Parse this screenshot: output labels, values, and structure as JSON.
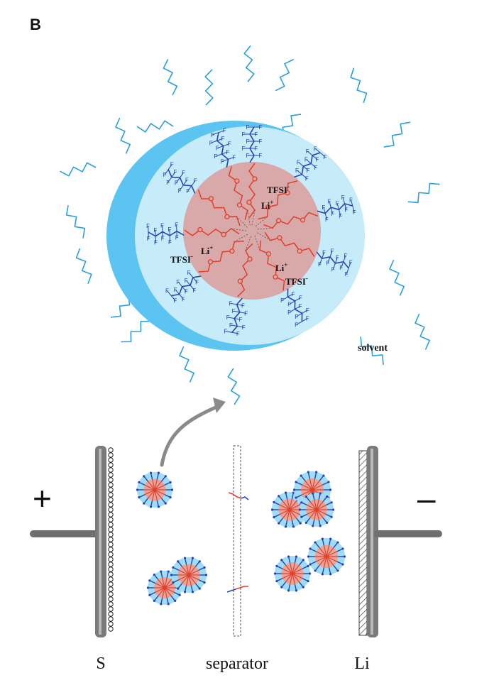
{
  "figure": {
    "panel_label": "B"
  },
  "micelle": {
    "ion_labels": [
      {
        "main": "TFSI",
        "sup": "-"
      },
      {
        "main": "Li",
        "sup": "+"
      },
      {
        "main": "TFSI",
        "sup": "-"
      },
      {
        "main": "Li",
        "sup": "+"
      },
      {
        "main": "Li",
        "sup": "+"
      },
      {
        "main": "TFSI",
        "sup": "-"
      }
    ],
    "fluorine_symbol": "F",
    "solvent_label": "solvent",
    "colors": {
      "shell": "#c6ecfa",
      "shell_crescent": "#5bc4f0",
      "core": "#d9a8a8",
      "polymer_chain": "#e0402a",
      "fluoro_chain": "#2841b8",
      "solvent": "#2b9fe0"
    }
  },
  "cell": {
    "positive_sign": "+",
    "negative_sign": "–",
    "cathode_label": "S",
    "separator_label": "separator",
    "anode_label": "Li",
    "colors": {
      "current_collector": "#6e6e6e",
      "arrow": "#8a8a8a"
    }
  }
}
